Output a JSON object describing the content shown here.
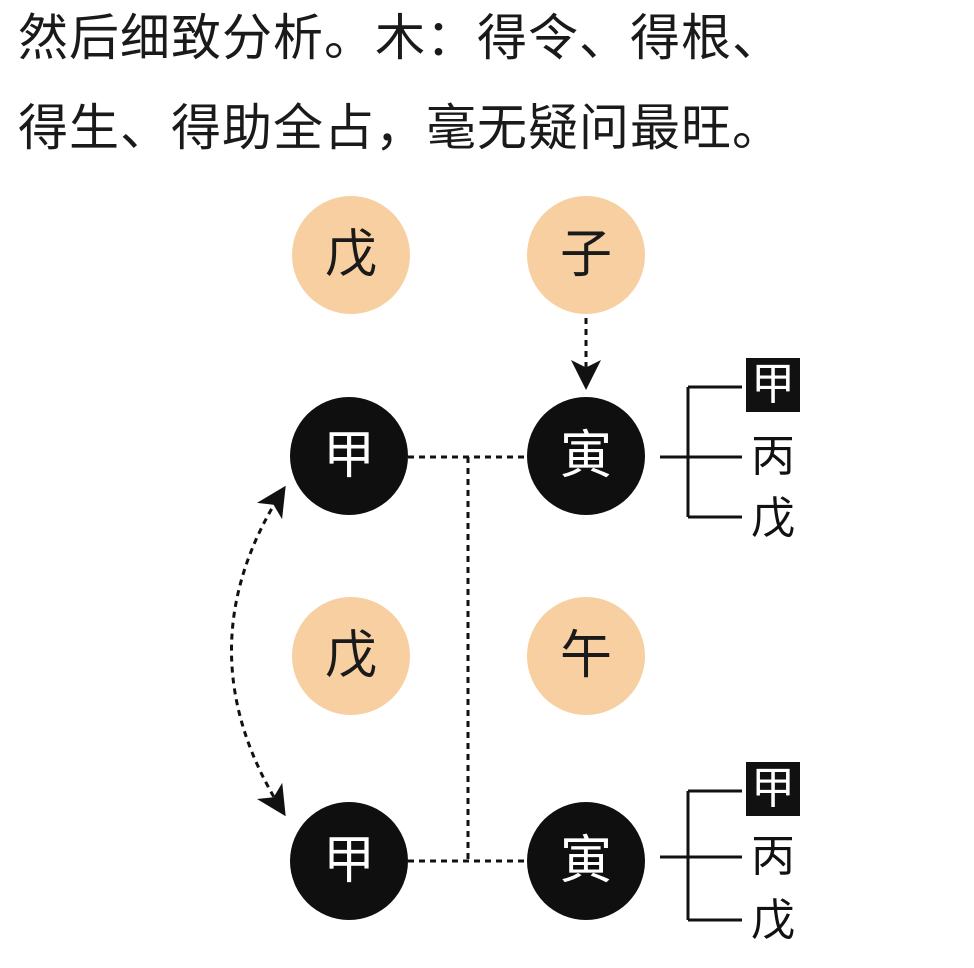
{
  "caption": {
    "line1": "然后细致分析。木：得令、得根、",
    "line2": "得生、得助全占，毫无疑问最旺。"
  },
  "chart": {
    "row1": {
      "stem": "戊",
      "branch": "子"
    },
    "row2": {
      "stem": "甲",
      "branch": "寅",
      "hidden": [
        "甲",
        "丙",
        "戊"
      ]
    },
    "row3": {
      "stem": "戊",
      "branch": "午"
    },
    "row4": {
      "stem": "甲",
      "branch": "寅",
      "hidden": [
        "甲",
        "丙",
        "戊"
      ]
    }
  },
  "colors": {
    "earth_circle": "#f7cfa0",
    "wood_circle": "#0f0f0f",
    "line": "#111111"
  }
}
